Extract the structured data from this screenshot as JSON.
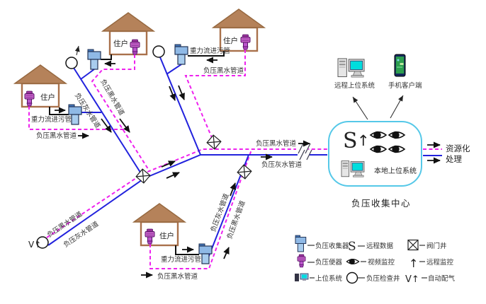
{
  "labels": {
    "resident": "住户",
    "gravity_inflow_pipe": "重力流进污管",
    "blackwater_pipe": "负压黑水管道",
    "graywater_pipe": "负压灰水管道",
    "auto_gas_symbol": "V↑"
  },
  "monitoring": {
    "remote_host_system": "远程上位系统",
    "mobile_client": "手机客户端"
  },
  "collection_center": {
    "remote_data_symbol": "S",
    "remote_monitor_symbol": "↑",
    "local_host_system": "本地上位系统",
    "caption": "负压收集中心"
  },
  "output": {
    "line1": "资源化",
    "line2": "处理"
  },
  "legend": {
    "items": [
      {
        "icon": "collector-icon",
        "label": "负压收集器"
      },
      {
        "icon": "toilet-icon",
        "label": "负压便器"
      },
      {
        "icon": "host-system-icon",
        "label": "上位系统"
      },
      {
        "icon": "s-symbol",
        "symbol": "S",
        "label": "远程数据"
      },
      {
        "icon": "eye-icon",
        "label": "视频监控"
      },
      {
        "icon": "inspection-well-icon",
        "label": "负压检查井"
      },
      {
        "icon": "valve-well-icon",
        "label": "阀门井"
      },
      {
        "icon": "up-arrow-icon",
        "symbol": "↑",
        "label": "远程监控"
      },
      {
        "icon": "auto-gas-icon",
        "symbol": "V↑",
        "label": "自动配气"
      }
    ]
  },
  "colors": {
    "blackwater_pipe": "#ee22ee",
    "graywater_pipe": "#2222dd",
    "house_outline": "#a9714b",
    "roof_fill": "#b5825a",
    "collector_fill": "#8fb9e6",
    "toilet_fill": "#cc66cc",
    "center_box_border": "#55c8e8",
    "screen_cyan": "#00dddd",
    "phone_screen_green": "#2d9e4f"
  }
}
